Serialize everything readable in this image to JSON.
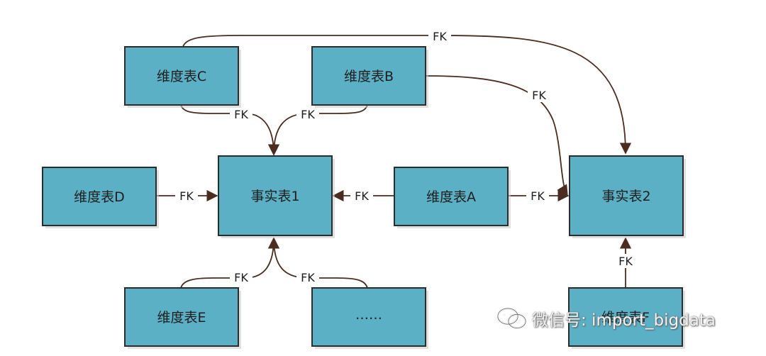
{
  "boxes": [
    {
      "id": "dim-c",
      "label": "维度表C"
    },
    {
      "id": "dim-b",
      "label": "维度表B"
    },
    {
      "id": "dim-d",
      "label": "维度表D"
    },
    {
      "id": "fact-1",
      "label": "事实表1"
    },
    {
      "id": "dim-a",
      "label": "维度表A"
    },
    {
      "id": "fact-2",
      "label": "事实表2"
    },
    {
      "id": "dim-e",
      "label": "维度表E"
    },
    {
      "id": "dim-more",
      "label": "……"
    },
    {
      "id": "dim-f",
      "label": "维度表F"
    }
  ],
  "edges": [
    {
      "from": "dim-c",
      "to": "fact-2",
      "label": "FK"
    },
    {
      "from": "dim-b",
      "to": "fact-2",
      "label": "FK"
    },
    {
      "from": "dim-c",
      "to": "fact-1",
      "label": "FK"
    },
    {
      "from": "dim-b",
      "to": "fact-1",
      "label": "FK"
    },
    {
      "from": "dim-d",
      "to": "fact-1",
      "label": "FK"
    },
    {
      "from": "dim-a",
      "to": "fact-1",
      "label": "FK"
    },
    {
      "from": "dim-a",
      "to": "fact-2",
      "label": "FK"
    },
    {
      "from": "dim-e",
      "to": "fact-1",
      "label": "FK"
    },
    {
      "from": "dim-more",
      "to": "fact-1",
      "label": "FK"
    },
    {
      "from": "dim-f",
      "to": "fact-2",
      "label": "FK"
    }
  ],
  "watermark": {
    "icon": "wechat-icon",
    "text": "微信号: import_bigdata"
  },
  "colors": {
    "box_fill": "#5cb0c6",
    "box_stroke": "#2c2c2c",
    "edge": "#4a2c20"
  }
}
